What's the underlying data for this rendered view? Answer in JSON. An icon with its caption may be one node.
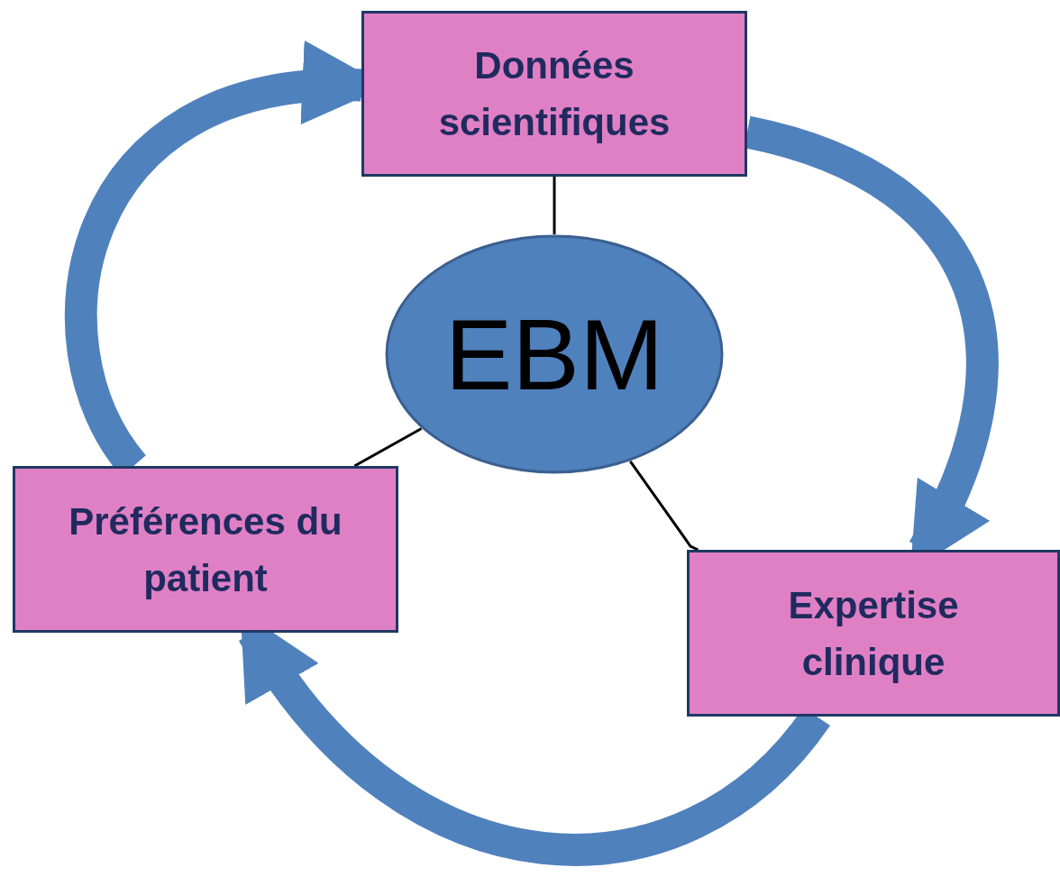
{
  "diagram": {
    "nodes": [
      {
        "text": [
          "Données scientifiques"
        ]
      },
      {
        "text": [
          "EBM"
        ]
      },
      {
        "text": [
          "Préférences du patient"
        ]
      },
      {
        "text": [
          "Expertise clinique"
        ]
      }
    ],
    "edges": [
      {
        "from": 0,
        "to": 1,
        "arrow": "none"
      },
      {
        "from": 1,
        "to": 2,
        "arrow": "none"
      },
      {
        "from": 1,
        "to": 3,
        "arrow": "none"
      },
      {
        "from": 2,
        "to": 0,
        "arrow": "to",
        "style": "thick",
        "color": "#4f81bd"
      },
      {
        "from": 0,
        "to": 3,
        "arrow": "to",
        "style": "thick",
        "color": "#4f81bd"
      },
      {
        "from": 3,
        "to": 2,
        "arrow": "to",
        "style": "thick",
        "color": "#4f81bd"
      }
    ]
  }
}
